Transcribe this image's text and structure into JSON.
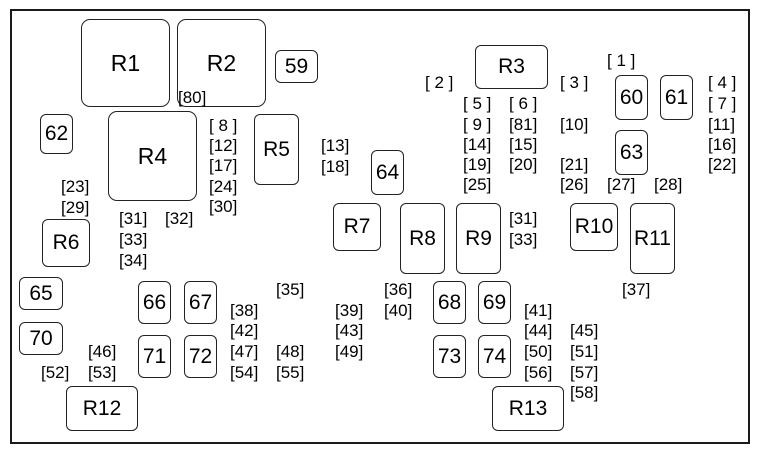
{
  "relays": {
    "R1": "R1",
    "R2": "R2",
    "R3": "R3",
    "R4": "R4",
    "R5": "R5",
    "R6": "R6",
    "R7": "R7",
    "R8": "R8",
    "R9": "R9",
    "R10": "R10",
    "R11": "R11",
    "R12": "R12",
    "R13": "R13"
  },
  "fuses": {
    "f59": "59",
    "f60": "60",
    "f61": "61",
    "f62": "62",
    "f63": "63",
    "f64": "64",
    "f65": "65",
    "f66": "66",
    "f67": "67",
    "f68": "68",
    "f69": "69",
    "f70": "70",
    "f71": "71",
    "f72": "72",
    "f73": "73",
    "f74": "74"
  },
  "labels": {
    "l1": "[ 1 ]",
    "l2": "[ 2 ]",
    "l3": "[ 3 ]",
    "l4": "[ 4 ]",
    "l5": "[ 5 ]",
    "l6": "[ 6 ]",
    "l7": "[ 7 ]",
    "l8": "[ 8 ]",
    "l9": "[ 9 ]",
    "l10": "[10]",
    "l11": "[11]",
    "l12": "[12]",
    "l13": "[13]",
    "l14": "[14]",
    "l15": "[15]",
    "l16": "[16]",
    "l17": "[17]",
    "l18": "[18]",
    "l19": "[19]",
    "l20": "[20]",
    "l21": "[21]",
    "l22": "[22]",
    "l23": "[23]",
    "l24": "[24]",
    "l25": "[25]",
    "l26": "[26]",
    "l27": "[27]",
    "l28": "[28]",
    "l29": "[29]",
    "l30": "[30]",
    "l31a": "[31]",
    "l31b": "[31]",
    "l32": "[32]",
    "l33a": "[33]",
    "l33b": "[33]",
    "l34": "[34]",
    "l35": "[35]",
    "l36": "[36]",
    "l37": "[37]",
    "l38": "[38]",
    "l39": "[39]",
    "l40": "[40]",
    "l41": "[41]",
    "l42": "[42]",
    "l43": "[43]",
    "l44": "[44]",
    "l45": "[45]",
    "l46": "[46]",
    "l47": "[47]",
    "l48": "[48]",
    "l49": "[49]",
    "l50": "[50]",
    "l51": "[51]",
    "l52": "[52]",
    "l53": "[53]",
    "l54": "[54]",
    "l55": "[55]",
    "l56": "[56]",
    "l57": "[57]",
    "l58": "[58]",
    "l80": "[80]",
    "l81": "[81]"
  }
}
